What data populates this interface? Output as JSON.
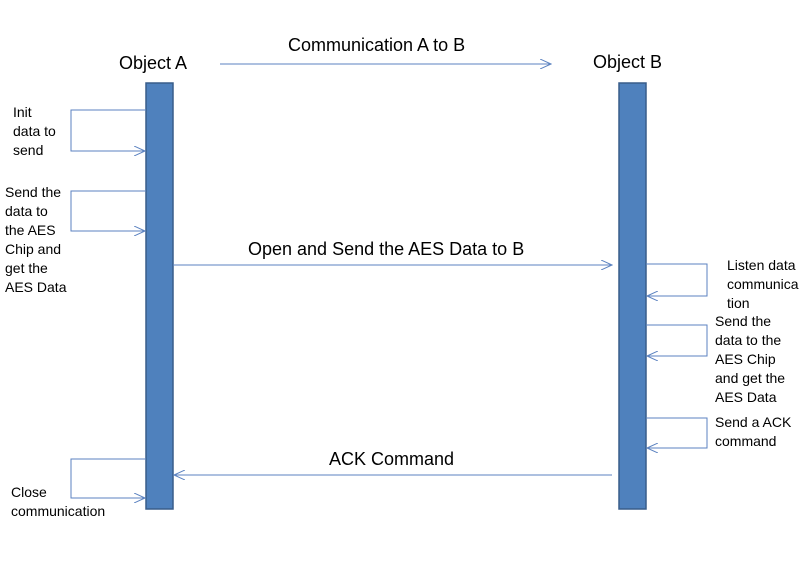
{
  "objects": {
    "a": "Object A",
    "b": "Object B"
  },
  "messages": {
    "communication": "Communication A to B",
    "open_send": "Open and Send the AES Data to B",
    "ack": "ACK Command"
  },
  "a_steps": {
    "init": "Init\ndata to\nsend",
    "send_chip": "Send the\ndata to\nthe AES\nChip and\nget the\nAES Data",
    "close": "Close\ncommunication"
  },
  "b_steps": {
    "listen": "Listen data\ncommunica\ntion",
    "send_chip": "Send the\ndata to the\nAES Chip\nand get the\nAES Data",
    "send_ack": "Send a ACK\ncommand"
  },
  "colors": {
    "lifeline_fill": "#4f81bd",
    "lifeline_stroke": "#385d8a",
    "arrow": "#5b82c0"
  }
}
